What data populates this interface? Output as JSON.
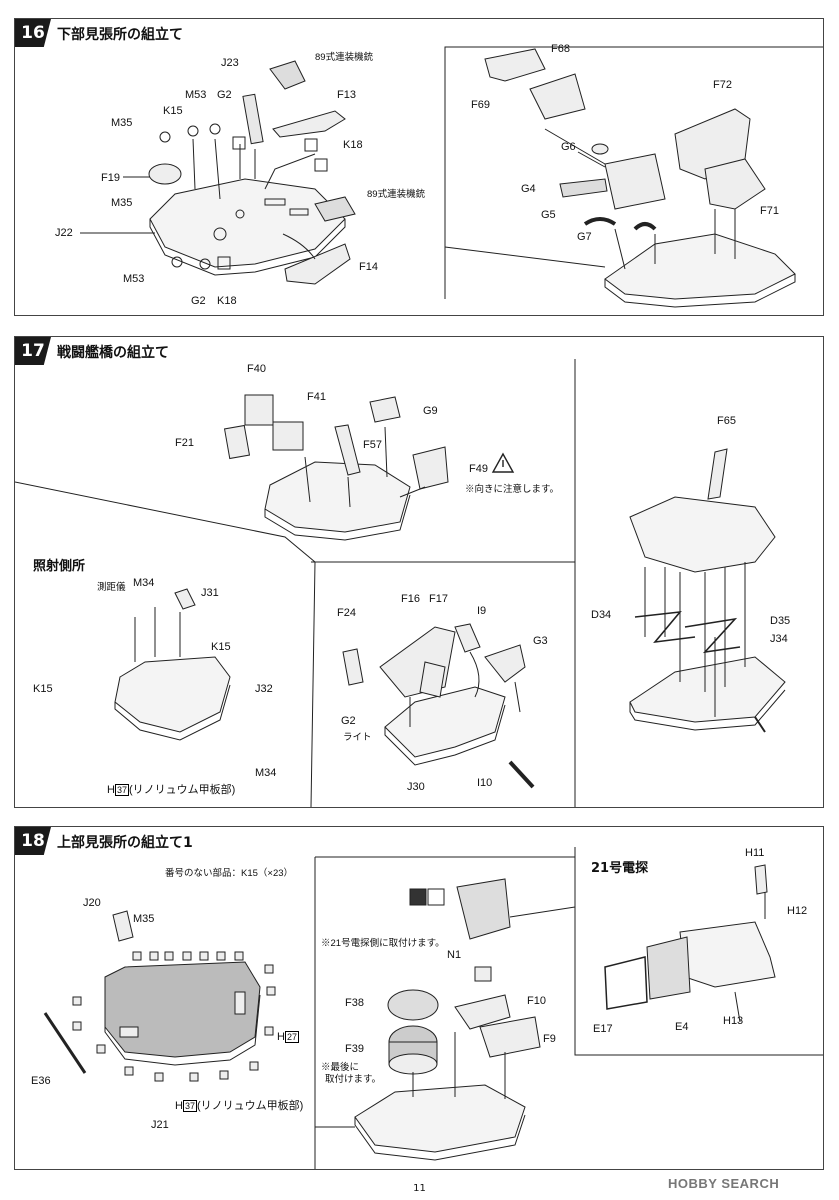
{
  "page_number": "11",
  "watermark": "HOBBY SEARCH",
  "step16": {
    "number": "16",
    "title": "下部見張所の組立て",
    "labels": {
      "J23": "J23",
      "gun89a": "89式連装機銃",
      "F13": "F13",
      "M53a": "M53",
      "G2a": "G2",
      "K15": "K15",
      "M35a": "M35",
      "K18a": "K18",
      "F19": "F19",
      "M35b": "M35",
      "gun89b": "89式連装機銃",
      "J22": "J22",
      "M53b": "M53",
      "G2b": "G2",
      "K18b": "K18",
      "F14": "F14",
      "F68": "F68",
      "F69": "F69",
      "F72": "F72",
      "G6": "G6",
      "G4": "G4",
      "G5": "G5",
      "G7": "G7",
      "F71": "F71"
    }
  },
  "step17": {
    "number": "17",
    "title": "戦闘艦橋の組立て",
    "labels": {
      "F40": "F40",
      "F41": "F41",
      "G9": "G9",
      "F21": "F21",
      "F57": "F57",
      "F49": "F49",
      "caution": "※向きに注意します。",
      "F65": "F65",
      "sub": "照射側所",
      "M34a_pre": "測距儀",
      "M34a": "M34",
      "J31": "J31",
      "K15a": "K15",
      "K15b": "K15",
      "J32": "J32",
      "M34b": "M34",
      "H37": "37",
      "H37_pre": "H",
      "H37_post": "(リノリュウム甲板部)",
      "F24": "F24",
      "F16": "F16",
      "F17": "F17",
      "I9": "I9",
      "G3": "G3",
      "G2": "G2",
      "light": "ライト",
      "J30": "J30",
      "I10": "I10",
      "D34": "D34",
      "D35": "D35",
      "J34": "J34"
    }
  },
  "step18": {
    "number": "18",
    "title": "上部見張所の組立て1",
    "labels": {
      "note": "番号のない部品：K15（×23）",
      "J20": "J20",
      "M35": "M35",
      "H27_pre": "H",
      "H27": "27",
      "E36": "E36",
      "H37_pre": "H",
      "H37": "37",
      "H37_post": "(リノリュウム甲板部)",
      "J21": "J21",
      "note21": "※21号電探側に取付けます。",
      "N1": "N1",
      "F38": "F38",
      "F10": "F10",
      "F39": "F39",
      "last_note1": "※最後に",
      "last_note2": "取付けます。",
      "F9": "F9",
      "radar_title": "21号電探",
      "H11": "H11",
      "H12": "H12",
      "E17": "E17",
      "E4": "E4",
      "H13": "H13"
    }
  }
}
